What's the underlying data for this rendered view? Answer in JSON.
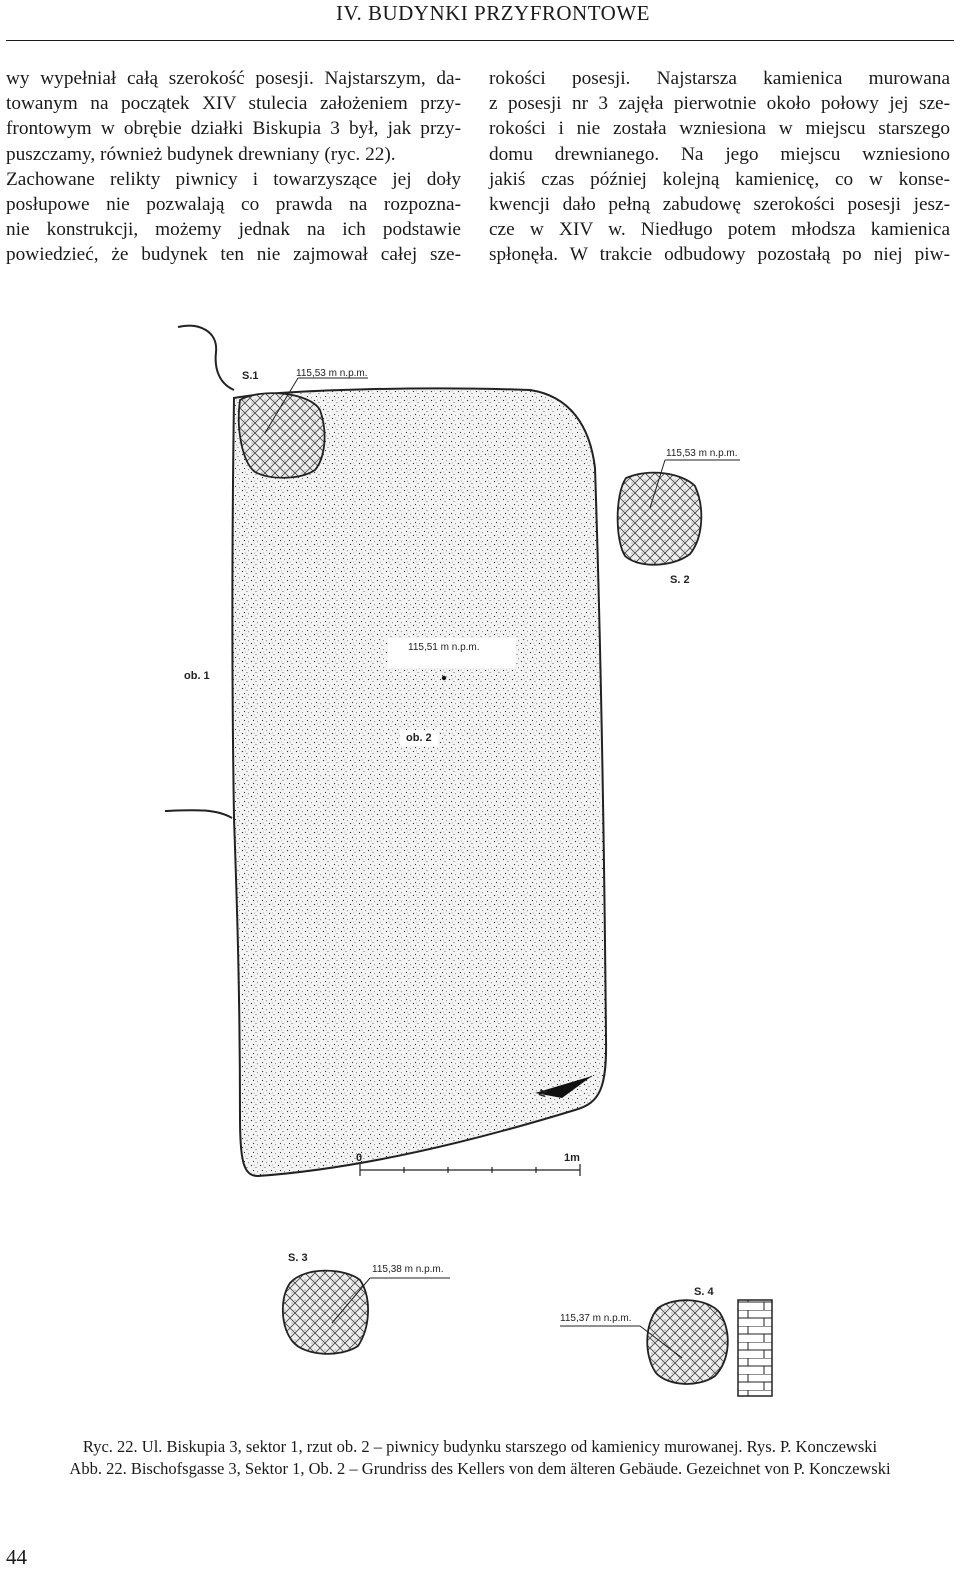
{
  "running_head": "IV. BUDYNKI PRZYFRONTOWE",
  "left_column": [
    "wy wypełniał całą szerokość posesji. Najstarszym, da-",
    "towanym na początek XIV stulecia założeniem przy-",
    "frontowym w obrębie działki Biskupia 3 był, jak przy-",
    "puszczamy, również budynek drewniany (ryc. 22).",
    "Zachowane relikty piwnicy i towarzyszące jej doły",
    "posłupowe nie pozwalają co prawda na rozpozna-",
    "nie konstrukcji, możemy jednak na ich podstawie",
    "powiedzieć, że budynek ten nie zajmował całej sze-"
  ],
  "right_column": [
    "rokości posesji. Najstarsza kamienica murowana",
    "z posesji nr 3 zajęła pierwotnie około połowy jej sze-",
    "rokości i nie została wzniesiona w miejscu starszego",
    "domu drewnianego. Na jego miejscu wzniesiono",
    "jakiś czas później kolejną kamienicę, co w konse-",
    "kwencji dało pełną zabudowę szerokości posesji jesz-",
    "cze w XIV w. Niedługo potem młodsza kamienica",
    "spłonęła. W trakcie odbudowy pozostałą po niej piw-"
  ],
  "figure": {
    "s1_label": "S.1",
    "s1_elev": "115,53 m n.p.m.",
    "s2_label": "S. 2",
    "s2_elev": "115,53 m n.p.m.",
    "center_elev": "115,51 m n.p.m.",
    "ob1_label": "ob. 1",
    "ob2_label": "ob. 2",
    "north_label": "N",
    "scale_start": "0",
    "scale_end": "1m",
    "s3_label": "S. 3",
    "s3_elev": "115,38 m n.p.m.",
    "s4_label": "S. 4",
    "s4_elev": "115,37 m n.p.m."
  },
  "caption": {
    "polish": "Ryc. 22. Ul. Biskupia 3, sektor 1, rzut ob. 2 – piwnicy budynku starszego od kamienicy murowanej. Rys. P. Konczewski",
    "german": "Abb. 22. Bischofsgasse 3, Sektor 1, Ob. 2 – Grundriss des Kellers von dem älteren Gebäude. Gezeichnet von P. Konczewski"
  },
  "page_number": "44"
}
